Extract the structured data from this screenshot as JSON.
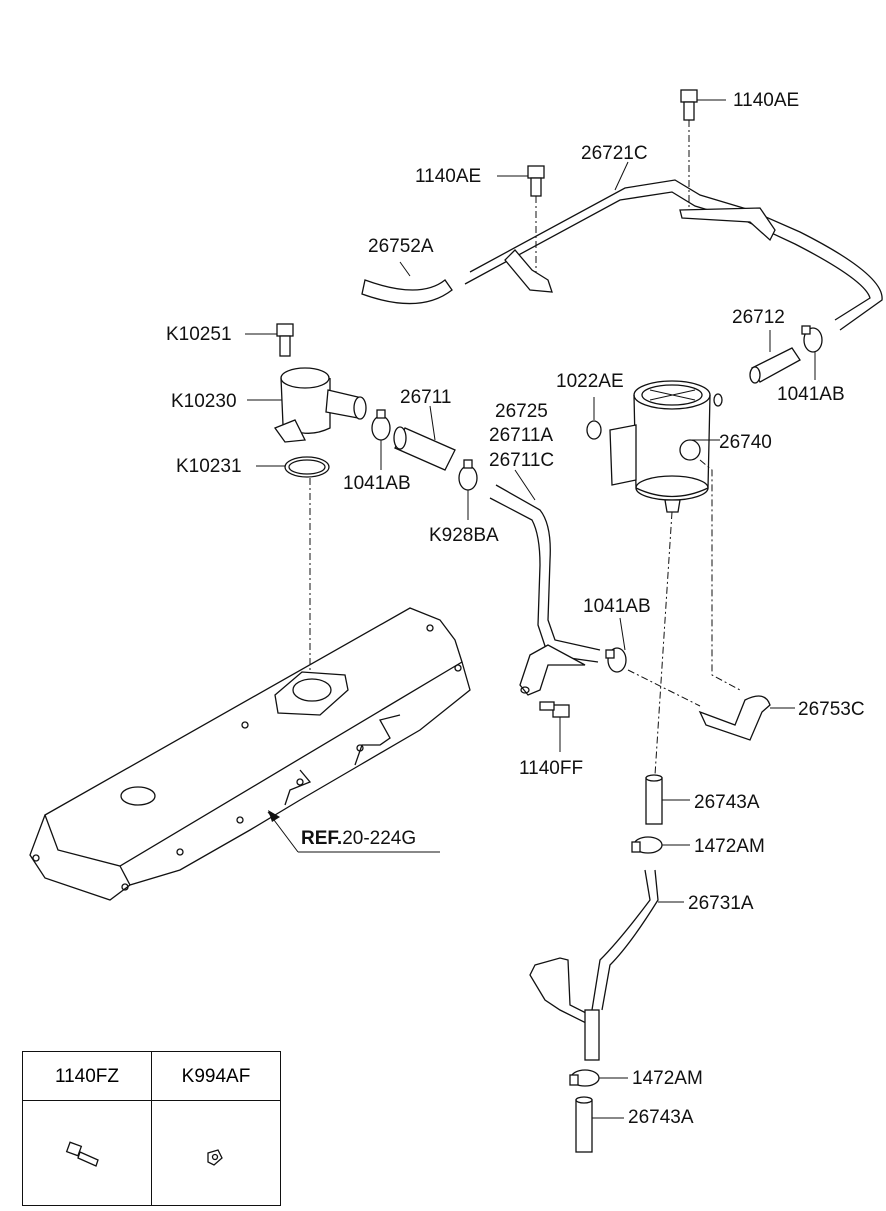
{
  "labels": {
    "p1140ae_top": "1140AE",
    "p26721c": "26721C",
    "p1140ae_mid": "1140AE",
    "p26752a": "26752A",
    "pk10251": "K10251",
    "p26712": "26712",
    "pk10230": "K10230",
    "p1022ae": "1022AE",
    "p26711": "26711",
    "p1041ab_r": "1041AB",
    "p26725": "26725",
    "p26711a": "26711A",
    "p26740": "26740",
    "pk10231": "K10231",
    "p26711c": "26711C",
    "p1041ab_l": "1041AB",
    "pk928ba": "K928BA",
    "p1041ab_m": "1041AB",
    "p26753c": "26753C",
    "p1140ff": "1140FF",
    "p26743a_1": "26743A",
    "p1472am_1": "1472AM",
    "p26731a": "26731A",
    "p1472am_2": "1472AM",
    "p26743a_2": "26743A"
  },
  "ref": {
    "prefix": "REF.",
    "code": "20-224G"
  },
  "legend": {
    "col1": "1140FZ",
    "col2": "K994AF"
  }
}
